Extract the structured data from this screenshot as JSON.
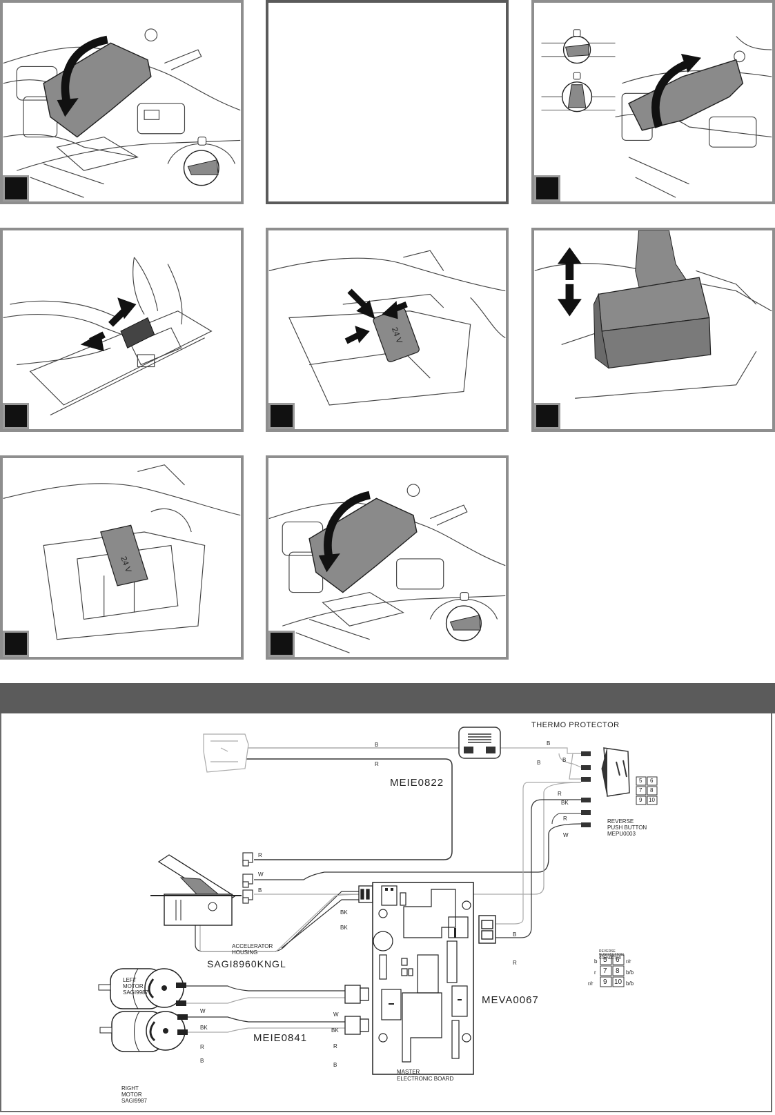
{
  "battery_label": "24 V",
  "panels": [
    {
      "id": "p1",
      "step": ""
    },
    {
      "id": "p2",
      "step": ""
    },
    {
      "id": "p3",
      "step": ""
    },
    {
      "id": "p4",
      "step": ""
    },
    {
      "id": "p5",
      "step": ""
    },
    {
      "id": "p6",
      "step": ""
    },
    {
      "id": "p7",
      "step": ""
    },
    {
      "id": "p8",
      "step": ""
    }
  ],
  "wiring": {
    "thermo_protector": "THERMO  PROTECTOR",
    "harness_main": "MEIE0822",
    "harness_motor": "MEIE0841",
    "board_code": "MEVA0067",
    "board_label": [
      "MASTER",
      "ELECTRONIC BOARD"
    ],
    "accelerator_label": [
      "ACCELERATOR",
      "HOUSING"
    ],
    "accelerator_code": "SAGI8960KNGL",
    "left_motor": [
      "LEFT",
      "MOTOR",
      "SAGI9987"
    ],
    "right_motor": [
      "RIGHT",
      "MOTOR",
      "SAGI9987"
    ],
    "reverse_button": [
      "REVERSE",
      "PUSH  BUTTON",
      "MEPU0003"
    ],
    "connector_title": [
      "REVERSE",
      "PUSH BUTTON",
      "CONNECTOR"
    ],
    "pin_numbers": [
      "5",
      "6",
      "7",
      "8",
      "9",
      "10"
    ],
    "pin_codes": [
      "b",
      "r/r",
      "r",
      "b/b",
      "r/r",
      "b/b"
    ],
    "wire_codes": {
      "B": "B",
      "R": "R",
      "W": "W",
      "BK": "BK"
    }
  },
  "colors": {
    "panel_border": "#8e8e8e",
    "band": "#5b5b5b",
    "part_fill": "#8a8a8a",
    "arrow": "#111111"
  }
}
